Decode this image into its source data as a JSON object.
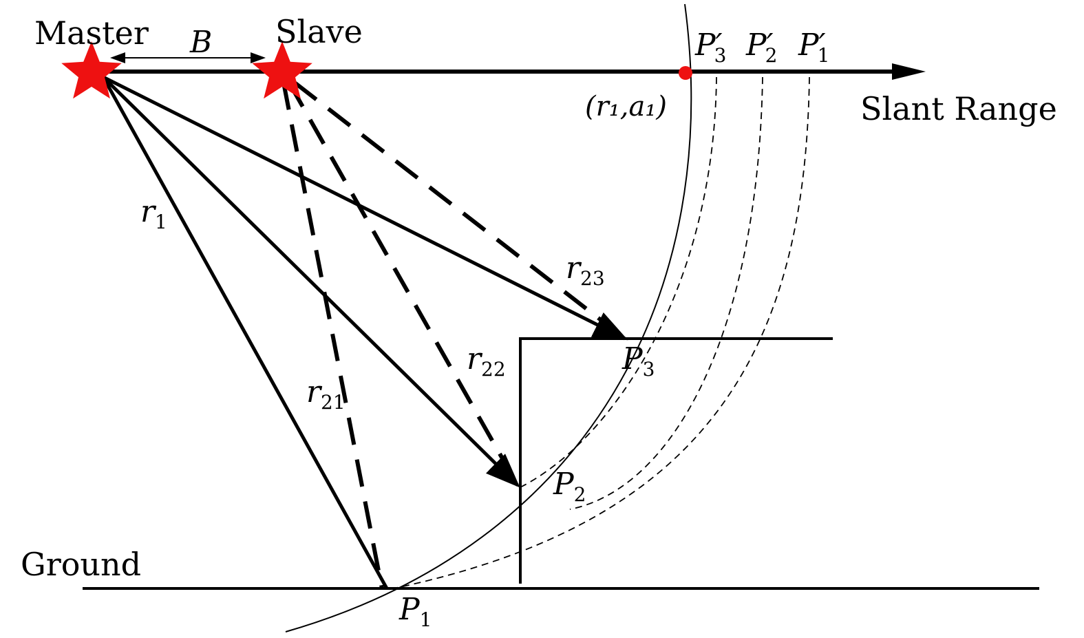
{
  "labels": {
    "master": "Master",
    "slave": "Slave",
    "baseline": "B",
    "slant_range": "Slant Range",
    "ground": "Ground",
    "reference_point": "(r₁,a₁)"
  },
  "ranges": {
    "r1": {
      "sym": "r",
      "sub": "1"
    },
    "r21": {
      "sym": "r",
      "sub": "21"
    },
    "r22": {
      "sym": "r",
      "sub": "22"
    },
    "r23": {
      "sym": "r",
      "sub": "23"
    }
  },
  "points": {
    "p1": {
      "sym": "P",
      "sub": "1"
    },
    "p2": {
      "sym": "P",
      "sub": "2"
    },
    "p3": {
      "sym": "P",
      "sub": "3"
    },
    "p1_proj": {
      "sym": "P′",
      "sub": "1"
    },
    "p2_proj": {
      "sym": "P′",
      "sub": "2"
    },
    "p3_proj": {
      "sym": "P′",
      "sub": "3"
    }
  },
  "colors": {
    "satellite": "#ee1111",
    "reference_dot": "#ee1111",
    "line": "#000000"
  }
}
